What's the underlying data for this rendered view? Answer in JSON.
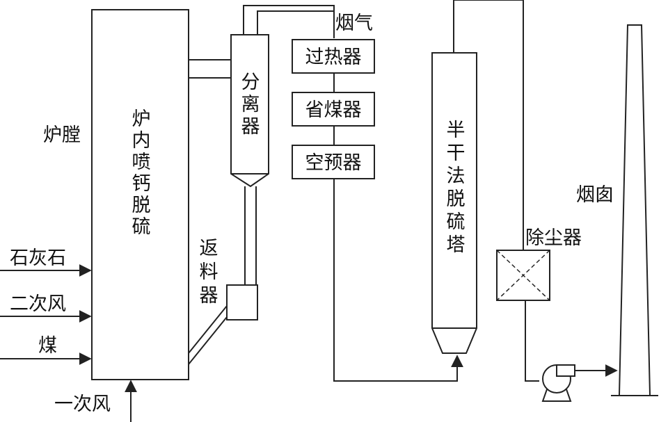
{
  "labels": {
    "furnace": "炉膛",
    "in_furnace_desulfurization": [
      "炉",
      "内",
      "喷",
      "钙",
      "脱",
      "硫"
    ],
    "limestone": "石灰石",
    "secondary_air": "二次风",
    "coal": "煤",
    "primary_air": "一次风",
    "separator": [
      "分",
      "离",
      "器"
    ],
    "loop_seal": [
      "返",
      "料",
      "器"
    ],
    "flue_gas": "烟气",
    "superheater": "过热器",
    "economizer": "省煤器",
    "air_preheater": "空预器",
    "semi_dry_tower": [
      "半",
      "干",
      "法",
      "脱",
      "硫",
      "塔"
    ],
    "dust_collector": "除尘器",
    "chimney": "烟囱"
  }
}
